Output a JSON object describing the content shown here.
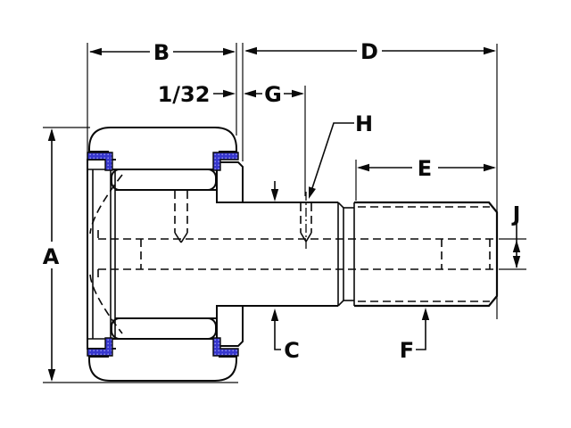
{
  "drawing": {
    "description": "Cam follower bearing cross-section technical drawing",
    "labels": {
      "a": "A",
      "b": "B",
      "c": "C",
      "d": "D",
      "e": "E",
      "f": "F",
      "g": "G",
      "h": "H",
      "j": "J",
      "gap": "1/32"
    },
    "colors": {
      "line": "#0a0a0a",
      "seal_fill": "#3636cd",
      "seal_dot": "#9a9af2",
      "background": "#ffffff"
    }
  }
}
